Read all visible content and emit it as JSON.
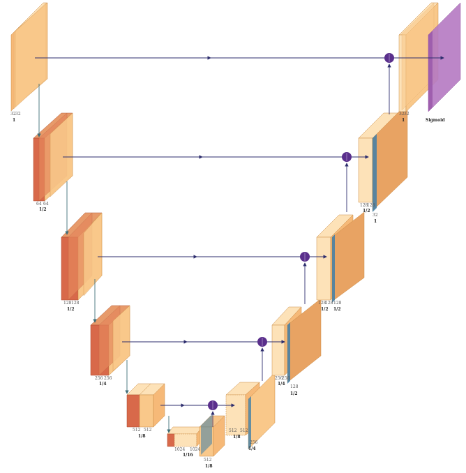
{
  "colors": {
    "conv": "#f9c88a",
    "conv_light": "#fde2b8",
    "pool": "#d8694a",
    "upconv": "#3f7fa8",
    "sigmoid": "#b57ac3",
    "arrow": "#2e2e6e",
    "sum": "#5a2f8c"
  },
  "left": [
    {
      "ch1": "32",
      "ch2": "32",
      "res": "1"
    },
    {
      "ch1": "64",
      "ch2": "64",
      "res": "1/2"
    },
    {
      "ch1": "128",
      "ch2": "128",
      "res": "1/2"
    },
    {
      "ch1": "256",
      "ch2": "256",
      "res": "1/4"
    },
    {
      "ch1": "512",
      "ch2": "512",
      "res": "1/8"
    }
  ],
  "bottleneck": {
    "ch1": "1024",
    "ch2": "1024",
    "res": "1/16"
  },
  "right": [
    {
      "up": "512",
      "res": "1/8"
    },
    {
      "up": "256",
      "ch1": "512",
      "ch2": "512",
      "res": "1/4"
    },
    {
      "up": "128",
      "ch1": "256",
      "ch2": "256",
      "res": "1/4"
    },
    {
      "up": "128",
      "ch1": "128",
      "ch2": "128",
      "res": "1/2"
    },
    {
      "up": "32",
      "ch1": "128",
      "ch2": "128",
      "res": "1/2"
    },
    {
      "ch1": "32",
      "ch2": "32",
      "res": "1"
    }
  ],
  "output": {
    "label": "Sigmoid",
    "marker": "1"
  },
  "extra_res": "1/2",
  "extra_res_2": "1"
}
